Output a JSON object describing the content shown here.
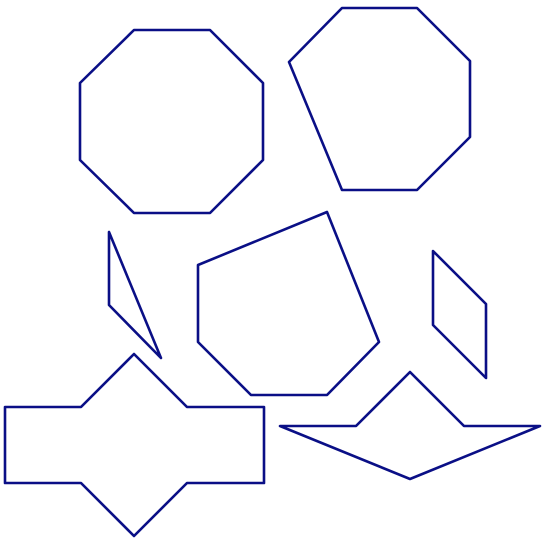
{
  "diagram": {
    "background": "#ffffff",
    "stroke_color": "#0a0f86",
    "shapes": [
      {
        "name": "regular-octagon"
      },
      {
        "name": "irregular-heptagon"
      },
      {
        "name": "thin-triangle"
      },
      {
        "name": "irregular-hexagon"
      },
      {
        "name": "parallelogram"
      },
      {
        "name": "cross-shape"
      },
      {
        "name": "concave-boat-shape"
      }
    ]
  }
}
